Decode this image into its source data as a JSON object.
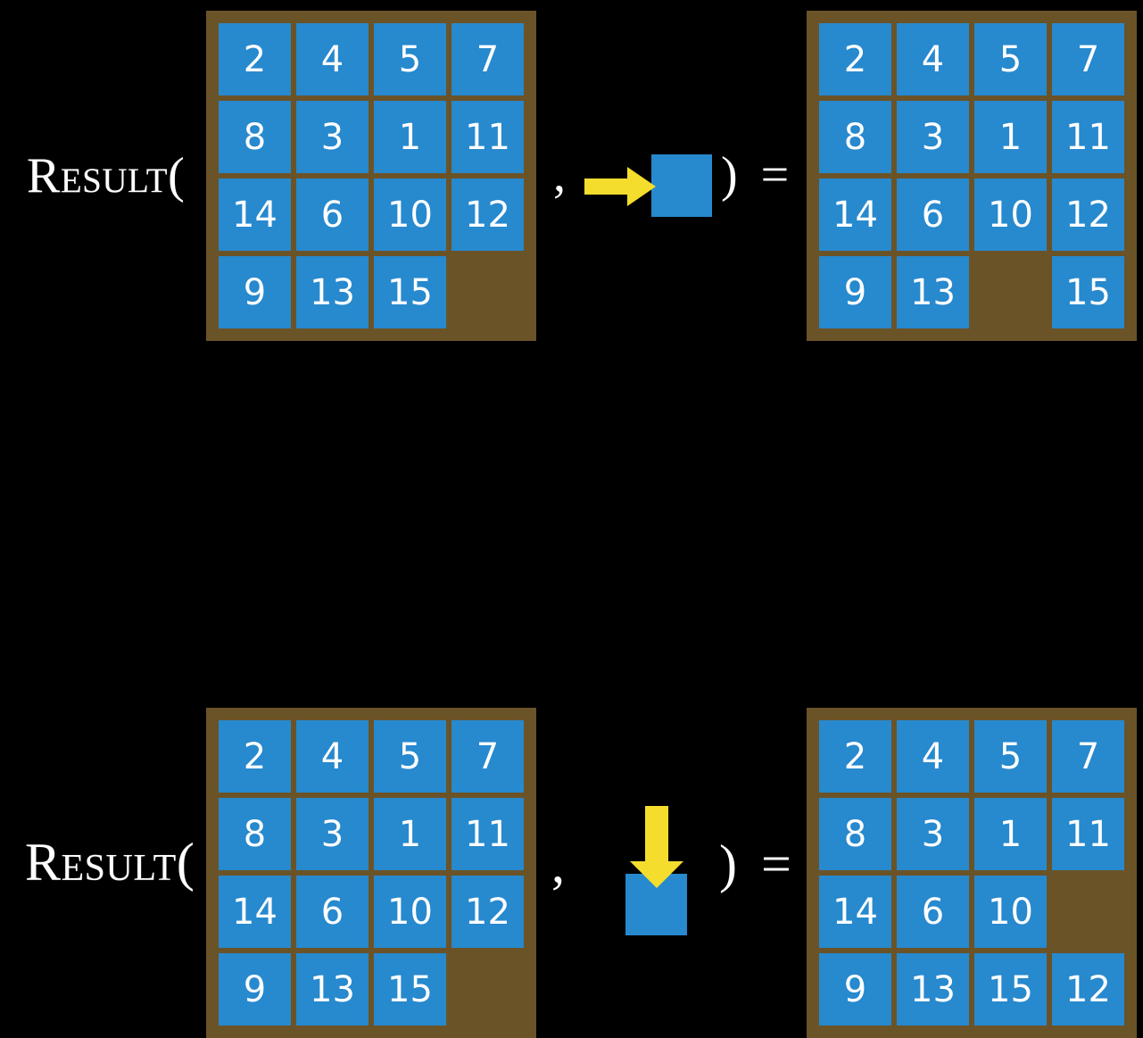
{
  "diagram": {
    "title": "RESULT function applied to 15-puzzle states",
    "background_color": "#000000",
    "tile_color": "#2789ce",
    "board_color": "#6b5328",
    "arrow_color": "#f5dd2e",
    "text_color": "#ffffff"
  },
  "labels": {
    "result_open": "Result(",
    "comma": ",",
    "close_equals": ") ="
  },
  "rows": [
    {
      "id": "row-0",
      "state_before": {
        "name": "initial-state",
        "rows": [
          [
            "2",
            "4",
            "5",
            "7"
          ],
          [
            "8",
            "3",
            "1",
            "11"
          ],
          [
            "14",
            "6",
            "10",
            "12"
          ],
          [
            "9",
            "13",
            "15",
            ""
          ]
        ]
      },
      "action": {
        "name": "move-tile-right",
        "direction": "right",
        "arrow_icon": "arrow-right-icon"
      },
      "state_after": {
        "name": "resulting-state",
        "rows": [
          [
            "2",
            "4",
            "5",
            "7"
          ],
          [
            "8",
            "3",
            "1",
            "11"
          ],
          [
            "14",
            "6",
            "10",
            "12"
          ],
          [
            "9",
            "13",
            "",
            "15"
          ]
        ]
      }
    },
    {
      "id": "row-1",
      "state_before": {
        "name": "initial-state",
        "rows": [
          [
            "2",
            "4",
            "5",
            "7"
          ],
          [
            "8",
            "3",
            "1",
            "11"
          ],
          [
            "14",
            "6",
            "10",
            "12"
          ],
          [
            "9",
            "13",
            "15",
            ""
          ]
        ]
      },
      "action": {
        "name": "move-tile-down",
        "direction": "down",
        "arrow_icon": "arrow-down-icon"
      },
      "state_after": {
        "name": "resulting-state",
        "rows": [
          [
            "2",
            "4",
            "5",
            "7"
          ],
          [
            "8",
            "3",
            "1",
            "11"
          ],
          [
            "14",
            "6",
            "10",
            ""
          ],
          [
            "9",
            "13",
            "15",
            "12"
          ]
        ]
      }
    }
  ]
}
